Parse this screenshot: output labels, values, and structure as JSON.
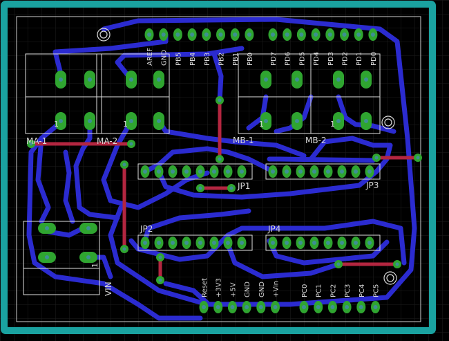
{
  "colors": {
    "background": "#000000",
    "board_border": "#1aa2a0",
    "grid": "#1e1e1e",
    "trace_bottom": "#2b2bd0",
    "trace_top": "#b32640",
    "pad": "#2fa530",
    "drill": "#3e8f93",
    "silkscreen": "#d8d8d8",
    "outline": "#e0e0e0"
  },
  "headers_top": {
    "left": [
      "AREF",
      "GND",
      "PB5",
      "PB4",
      "PB3",
      "PB2",
      "PB1",
      "PB0"
    ],
    "right": [
      "PD7",
      "PD6",
      "PD5",
      "PD4",
      "PD3",
      "PD2",
      "PD1",
      "PD0"
    ]
  },
  "headers_bottom": {
    "power": [
      "Reset",
      "+3V3",
      "+5V",
      "GND",
      "GND",
      "+Vin"
    ],
    "analog": [
      "PC0",
      "PC1",
      "PC2",
      "PC3",
      "PC4",
      "PC5"
    ]
  },
  "motor_labels": {
    "ma1": "MA-1",
    "ma2": "MA-2",
    "mb1": "MB-1",
    "mb2": "MB-2"
  },
  "pin_one_marks": [
    "1",
    "1",
    "1",
    "1"
  ],
  "jumper_labels": {
    "jp1": "JP1",
    "jp2": "JP2",
    "jp3": "JP3",
    "jp4": "JP4"
  },
  "power_connector": {
    "label": "VIN",
    "pin_mark": "1"
  }
}
